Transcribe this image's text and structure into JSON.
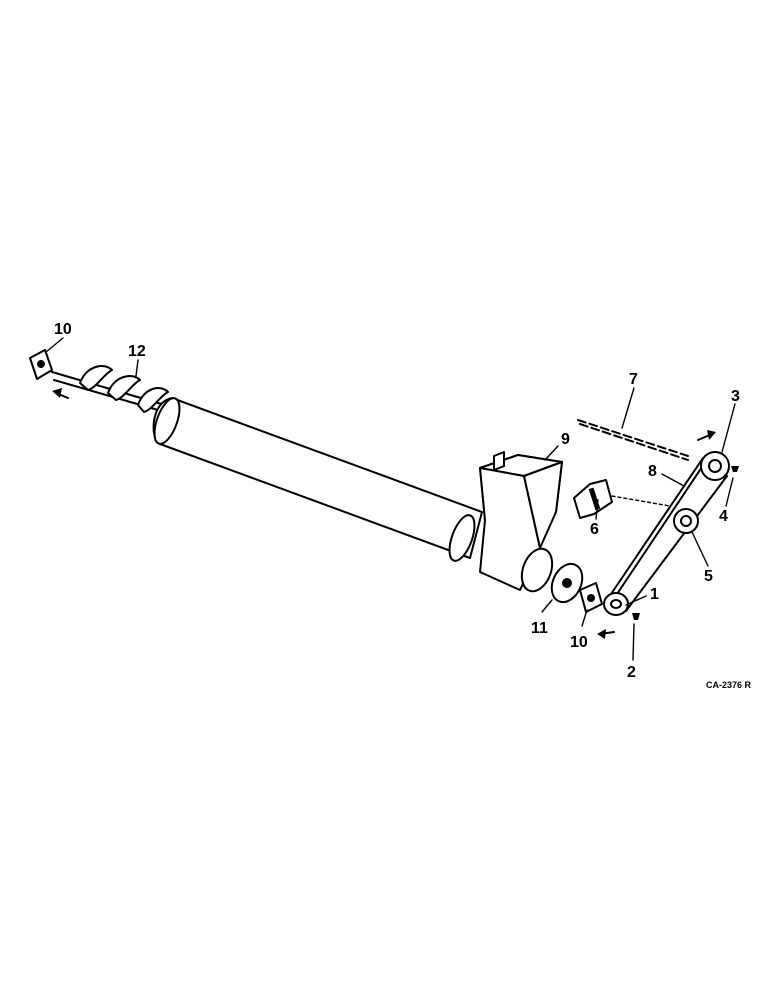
{
  "diagram": {
    "drawing_code": "CA-2376 R",
    "callouts": [
      {
        "id": "c10a",
        "label": "10"
      },
      {
        "id": "c12",
        "label": "12"
      },
      {
        "id": "c7",
        "label": "7"
      },
      {
        "id": "c3",
        "label": "3"
      },
      {
        "id": "c9",
        "label": "9"
      },
      {
        "id": "c8",
        "label": "8"
      },
      {
        "id": "c4",
        "label": "4"
      },
      {
        "id": "c6",
        "label": "6"
      },
      {
        "id": "c5",
        "label": "5"
      },
      {
        "id": "c1",
        "label": "1"
      },
      {
        "id": "c11",
        "label": "11"
      },
      {
        "id": "c10b",
        "label": "10"
      },
      {
        "id": "c2",
        "label": "2"
      }
    ]
  }
}
